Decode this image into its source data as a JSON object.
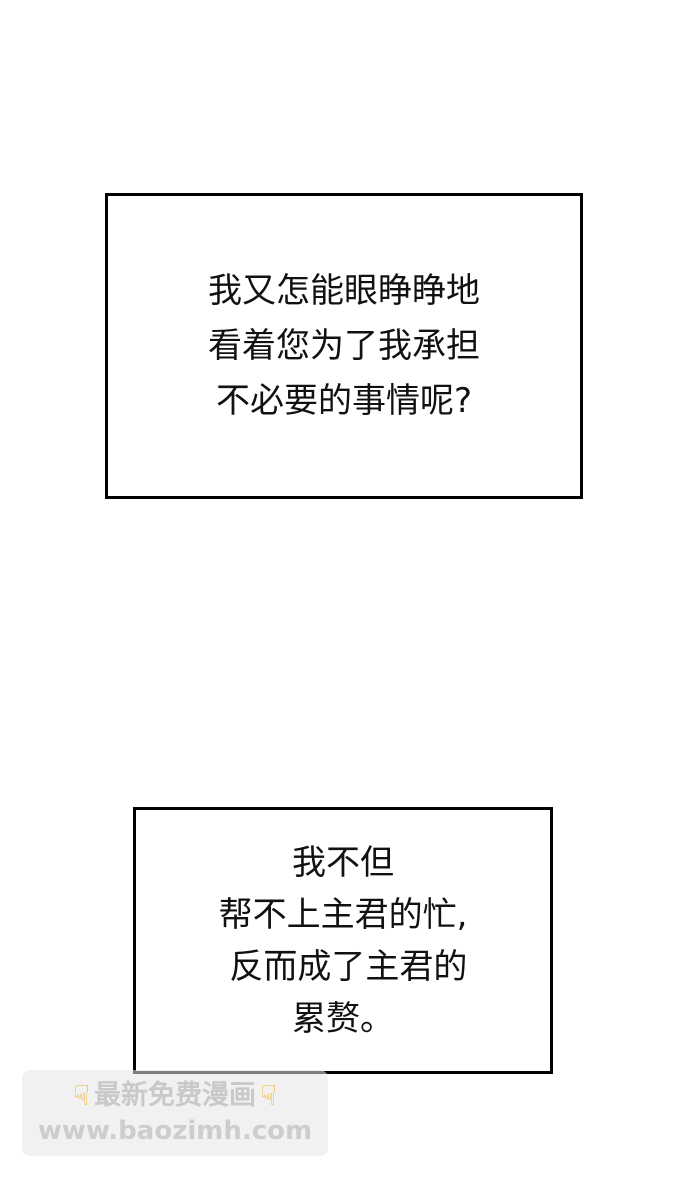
{
  "bubble1": {
    "lines": [
      "我又怎能眼睁睁地",
      "看着您为了我承担",
      "不必要的事情呢?"
    ]
  },
  "bubble2": {
    "lines": [
      "我不但",
      "帮不上主君的忙,",
      " 反而成了主君的",
      "累赘。"
    ]
  },
  "watermark": {
    "title": "最新免费漫画",
    "url": "www.baozimh.com",
    "icon_left": "pointing-hand-icon",
    "icon_right": "pointing-hand-icon",
    "icon_color": "#f3b233"
  }
}
